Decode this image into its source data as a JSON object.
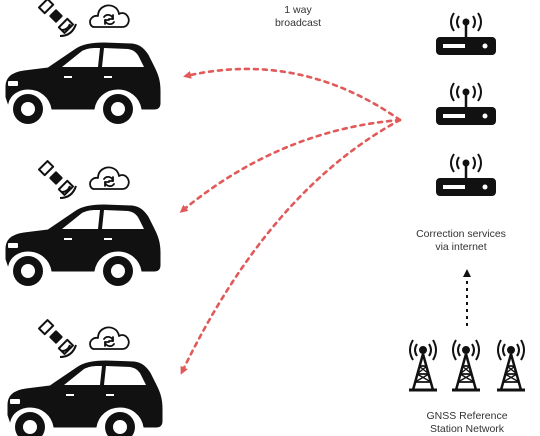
{
  "labels": {
    "broadcast": [
      "1 way",
      "broadcast"
    ],
    "correction": [
      "Correction services",
      "via internet"
    ],
    "gnss": [
      "GNSS Reference",
      "Station Network"
    ]
  },
  "colors": {
    "stroke": "#111111",
    "arrow": "#e05a5a",
    "dashed_up": "#111111"
  },
  "icons": {
    "vehicle": "car-icon",
    "satellite": "satellite-icon",
    "cloud": "cloud-sync-icon",
    "server": "router-server-icon",
    "tower": "radio-tower-icon"
  }
}
